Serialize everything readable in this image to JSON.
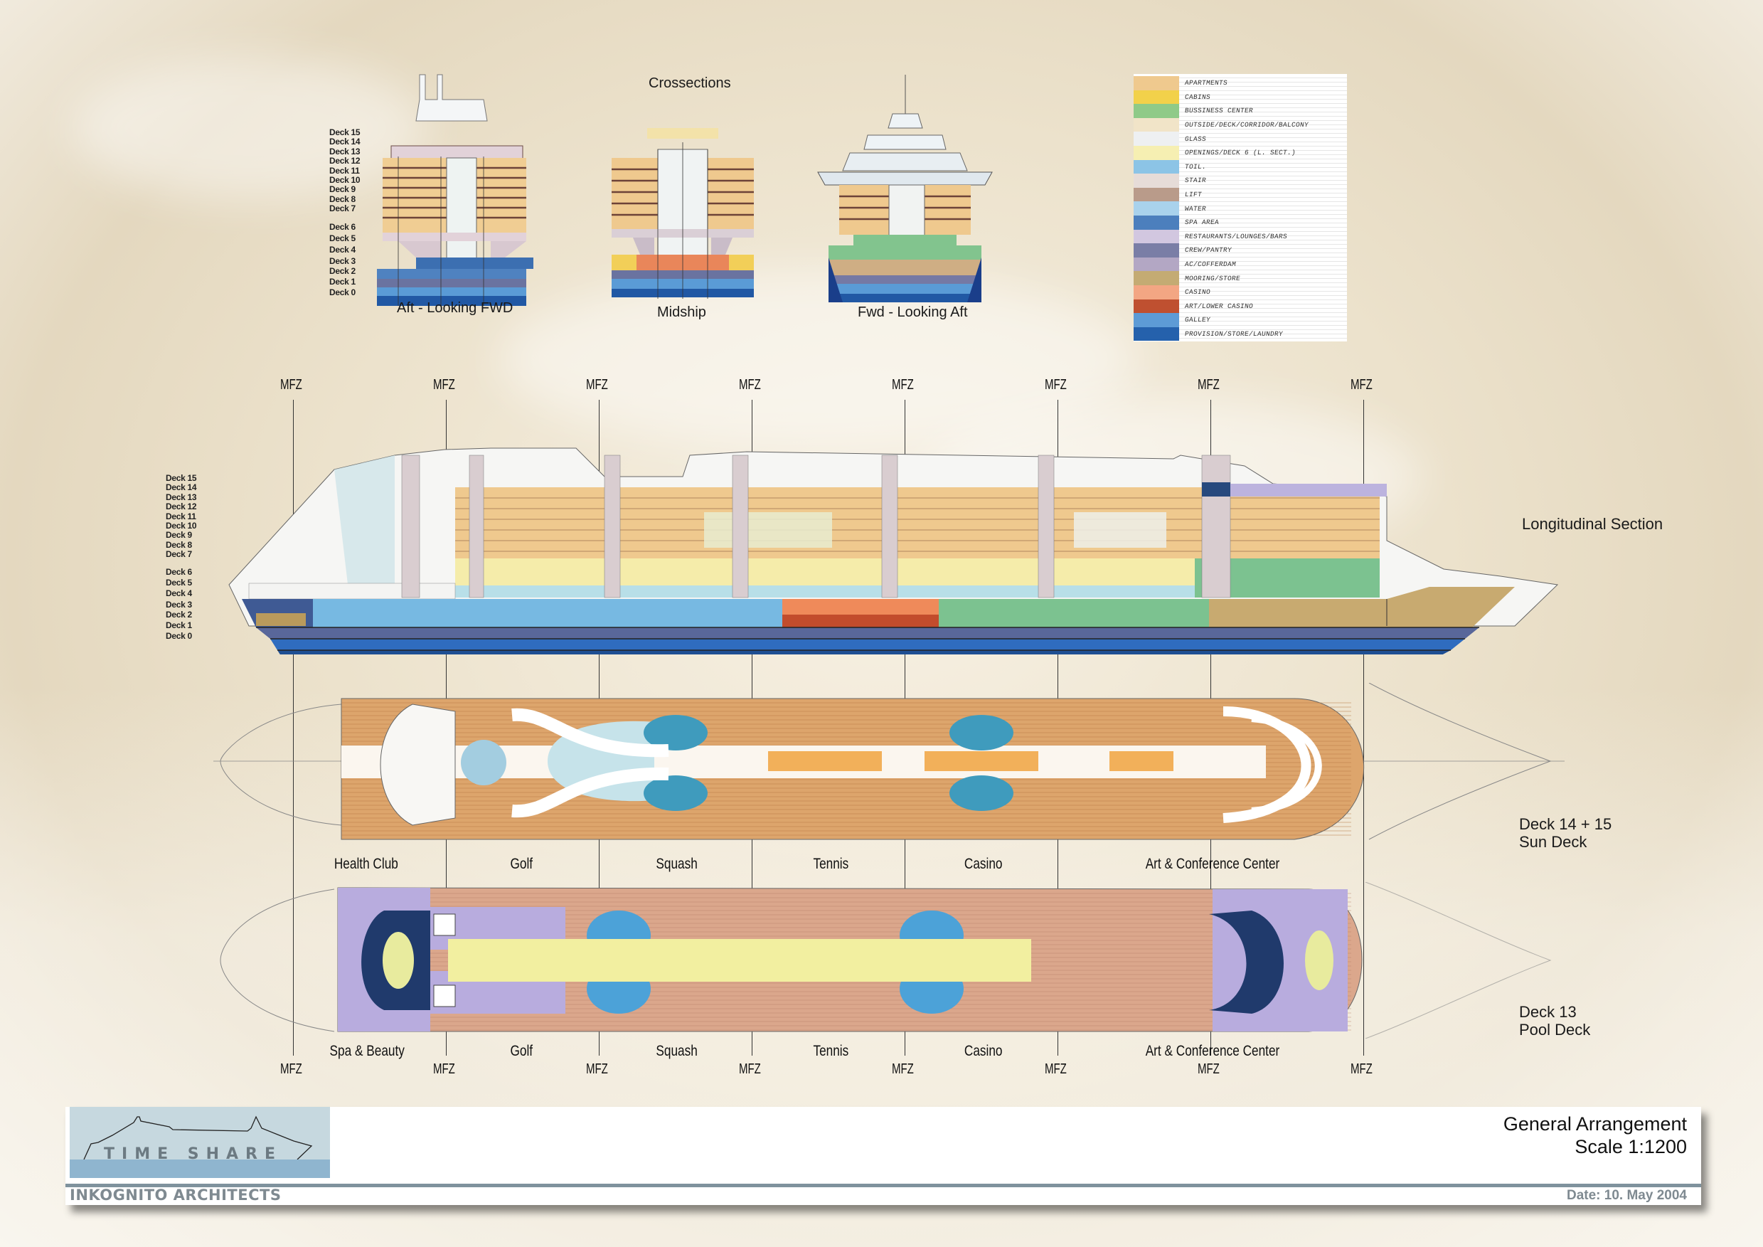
{
  "sheet": {
    "crossections_title": "Crossections",
    "longitudinal_title": "Longitudinal Section",
    "sun_deck_title": "Deck 14 + 15",
    "sun_deck_subtitle": "Sun Deck",
    "pool_deck_title": "Deck 13",
    "pool_deck_subtitle": "Pool Deck"
  },
  "crossections": [
    {
      "label": "Aft - Looking FWD"
    },
    {
      "label": "Midship"
    },
    {
      "label": "Fwd - Looking Aft"
    }
  ],
  "decks": [
    "Deck 15",
    "Deck 14",
    "Deck 13",
    "Deck 12",
    "Deck 11",
    "Deck 10",
    "Deck 9",
    "Deck 8",
    "Deck 7",
    "Deck 6",
    "Deck 5",
    "Deck 4",
    "Deck 3",
    "Deck 2",
    "Deck 1",
    "Deck 0"
  ],
  "mfz_label": "MFZ",
  "mfz_count": 8,
  "sun_deck_zones": [
    "Health Club",
    "Golf",
    "Squash",
    "Tennis",
    "Casino",
    "Art & Conference Center"
  ],
  "pool_deck_zones": [
    "Spa & Beauty",
    "Golf",
    "Squash",
    "Tennis",
    "Casino",
    "Art & Conference Center"
  ],
  "legend": [
    {
      "label": "APARTMENTS",
      "color": "#efc98e"
    },
    {
      "label": "CABINS",
      "color": "#f2d14a"
    },
    {
      "label": "BUSSINESS CENTER",
      "color": "#8fca88"
    },
    {
      "label": "OUTSIDE/DECK/CORRIDOR/BALCONY",
      "color": "#f1e4c8"
    },
    {
      "label": "GLASS",
      "color": "#eef0f2"
    },
    {
      "label": "OPENINGS/DECK 6 (L. SECT.)",
      "color": "#f6efb2"
    },
    {
      "label": "TOIL.",
      "color": "#8cc4e6"
    },
    {
      "label": "STAIR",
      "color": "#e6dcd8"
    },
    {
      "label": "LIFT",
      "color": "#b99b8a"
    },
    {
      "label": "WATER",
      "color": "#a9d2ec"
    },
    {
      "label": "SPA AREA",
      "color": "#4c7fbd"
    },
    {
      "label": "RESTAURANTS/LOUNGES/BARS",
      "color": "#d2c7e0"
    },
    {
      "label": "CREW/PANTRY",
      "color": "#7a7ea6"
    },
    {
      "label": "AC/COFFERDAM",
      "color": "#b3a7c4"
    },
    {
      "label": "MOORING/STORE",
      "color": "#c4ab73"
    },
    {
      "label": "CASINO",
      "color": "#f3a683"
    },
    {
      "label": "ART/LOWER CASINO",
      "color": "#bf5030"
    },
    {
      "label": "GALLEY",
      "color": "#5d9bd6"
    },
    {
      "label": "PROVISION/STORE/LAUNDRY",
      "color": "#2561ac"
    }
  ],
  "titleblock": {
    "logo_text": "TIME SHARE",
    "company": "INKOGNITO ARCHITECTS",
    "title": "General Arrangement",
    "scale": "Scale 1:1200",
    "date": "Date: 10. May 2004"
  },
  "colors": {
    "hull_dark": "#1f4f93",
    "hull_mid": "#3f74bb",
    "crew": "#5b6792",
    "apartments": "#efc98e",
    "deck_wood": "#dca46e",
    "pool_blue": "#4a9cc4",
    "lilac": "#b9aee0",
    "green": "#7cc290",
    "casino": "#e9794a"
  }
}
